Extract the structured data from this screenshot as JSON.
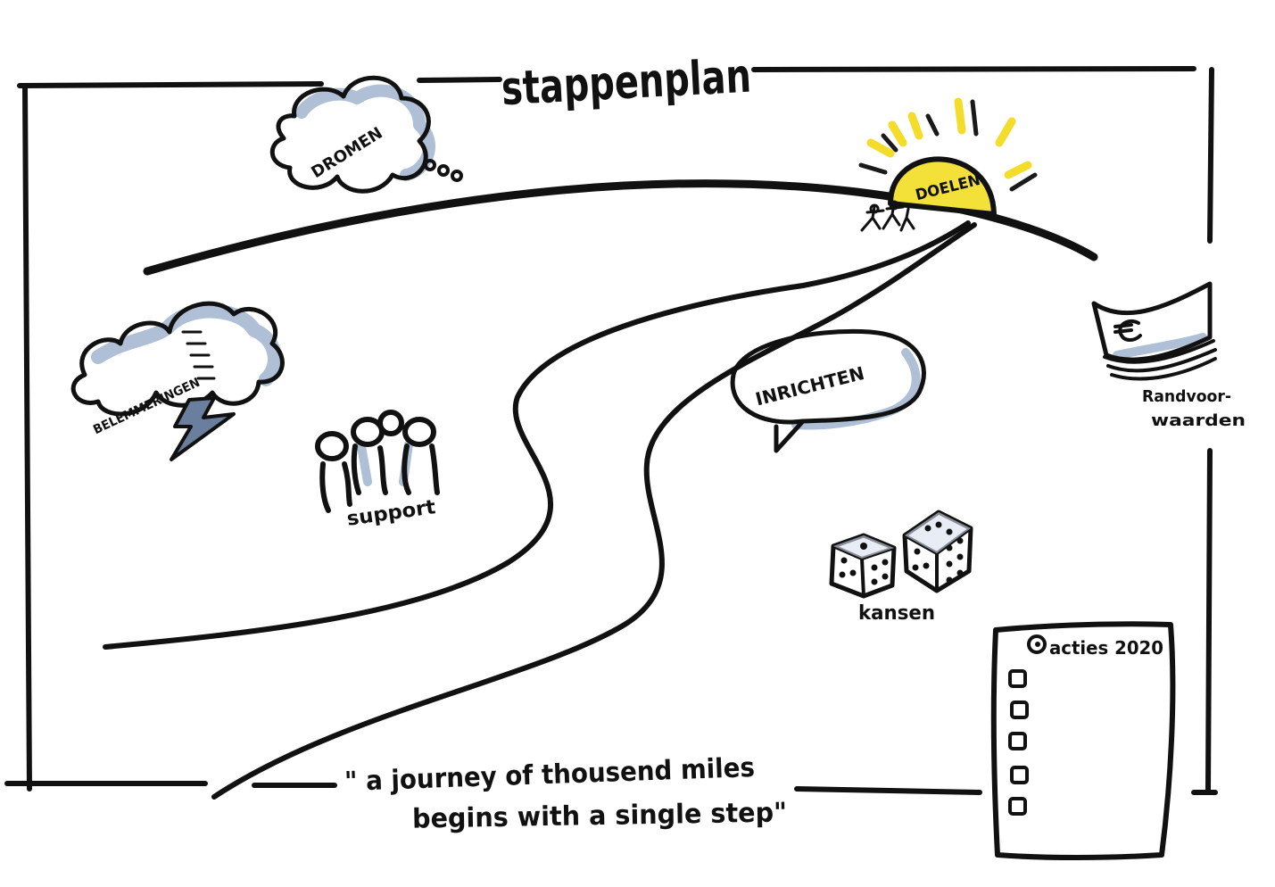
{
  "title": "stappenplan",
  "dreams": "DROMEN",
  "goals": "DOELEN",
  "obstacles": "BELEMMERINGEN",
  "support": "support",
  "setup": "INRICHTEN",
  "conditions": {
    "line1": "Randvoor-",
    "line2": "waarden"
  },
  "chances": "kansen",
  "actions": {
    "title": "acties 2020",
    "checkbox_count": 5
  },
  "quote": {
    "line1": "\" a journey of thousend miles",
    "line2": "begins with a single step\""
  },
  "colors": {
    "ink": "#111111",
    "sun": "#f3dc2a",
    "cloud_shade": "#aebfd6"
  },
  "icons": [
    "thought-cloud-icon",
    "sun-icon",
    "people-icon",
    "storm-cloud-icon",
    "lightning-icon",
    "group-icon",
    "speech-bubble-icon",
    "banknote-icon",
    "dice-icon",
    "checklist-icon"
  ]
}
